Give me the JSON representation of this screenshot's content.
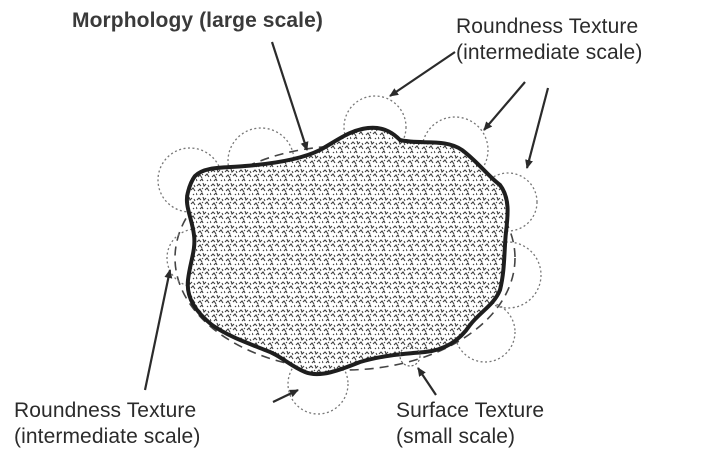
{
  "labels": {
    "morphology": "Morphology (large scale)",
    "roundness_right": {
      "line1": "Roundness Texture",
      "line2": "(intermediate scale)"
    },
    "roundness_left": {
      "line1": "Roundness Texture",
      "line2": "(intermediate scale)"
    },
    "surface": {
      "line1": "Surface Texture",
      "line2": "(small scale)"
    }
  },
  "colors": {
    "ink": "#2b2b2b",
    "texture": "#555555",
    "background": "#ffffff"
  }
}
